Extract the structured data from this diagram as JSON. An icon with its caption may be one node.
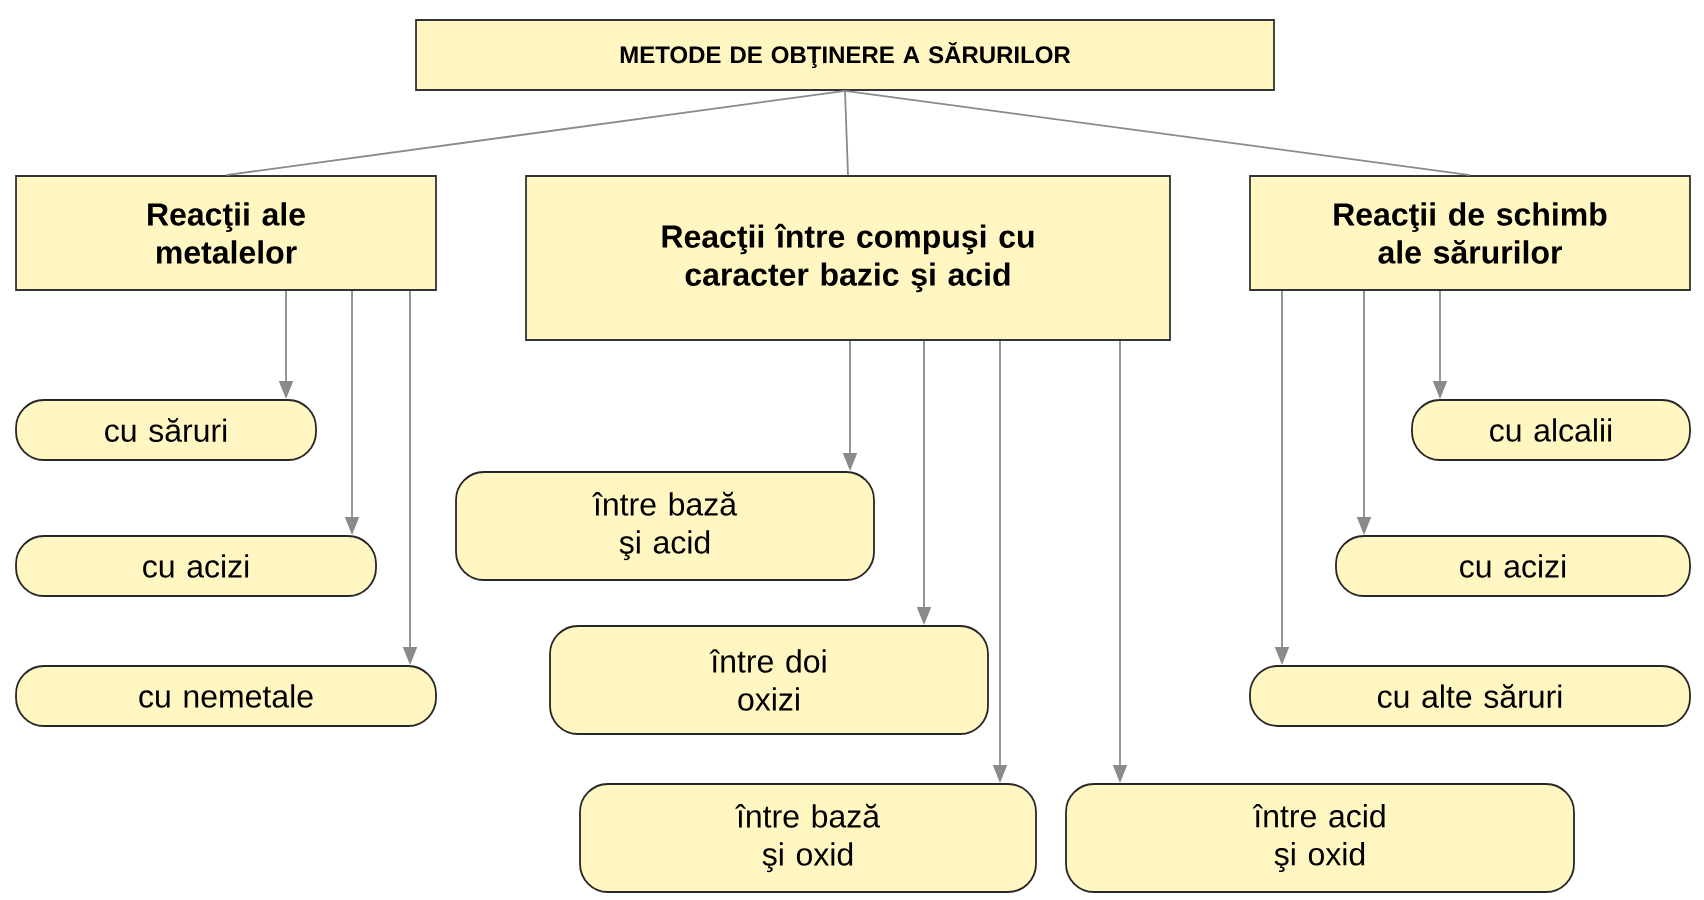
{
  "diagram": {
    "nodes": [
      {
        "text": [
          "METODE DE OBŢINERE A SĂRURILOR"
        ]
      },
      {
        "text": [
          "Reacţii ale metalelor"
        ]
      },
      {
        "text": [
          "Reacţii între compuşi cu caracter bazic şi acid"
        ]
      },
      {
        "text": [
          "Reacţii de schimb ale sărurilor"
        ]
      },
      {
        "text": [
          "cu săruri"
        ]
      },
      {
        "text": [
          "cu acizi"
        ]
      },
      {
        "text": [
          "cu nemetale"
        ]
      },
      {
        "text": [
          "între bază şi acid"
        ]
      },
      {
        "text": [
          "între doi oxizi"
        ]
      },
      {
        "text": [
          "între bază şi oxid"
        ]
      },
      {
        "text": [
          "între acid şi oxid"
        ]
      },
      {
        "text": [
          "cu alcalii"
        ]
      },
      {
        "text": [
          "cu acizi"
        ]
      },
      {
        "text": [
          "cu alte săruri"
        ]
      }
    ],
    "edges": [
      {
        "from": 0,
        "to": 1,
        "arrow": "none"
      },
      {
        "from": 0,
        "to": 2,
        "arrow": "none"
      },
      {
        "from": 0,
        "to": 3,
        "arrow": "none"
      },
      {
        "from": 1,
        "to": 4,
        "arrow": "to"
      },
      {
        "from": 1,
        "to": 5,
        "arrow": "to"
      },
      {
        "from": 1,
        "to": 6,
        "arrow": "to"
      },
      {
        "from": 2,
        "to": 7,
        "arrow": "to"
      },
      {
        "from": 2,
        "to": 8,
        "arrow": "to"
      },
      {
        "from": 2,
        "to": 9,
        "arrow": "to"
      },
      {
        "from": 2,
        "to": 10,
        "arrow": "to"
      },
      {
        "from": 3,
        "to": 11,
        "arrow": "to"
      },
      {
        "from": 3,
        "to": 12,
        "arrow": "to"
      },
      {
        "from": 3,
        "to": 13,
        "arrow": "to"
      }
    ]
  }
}
